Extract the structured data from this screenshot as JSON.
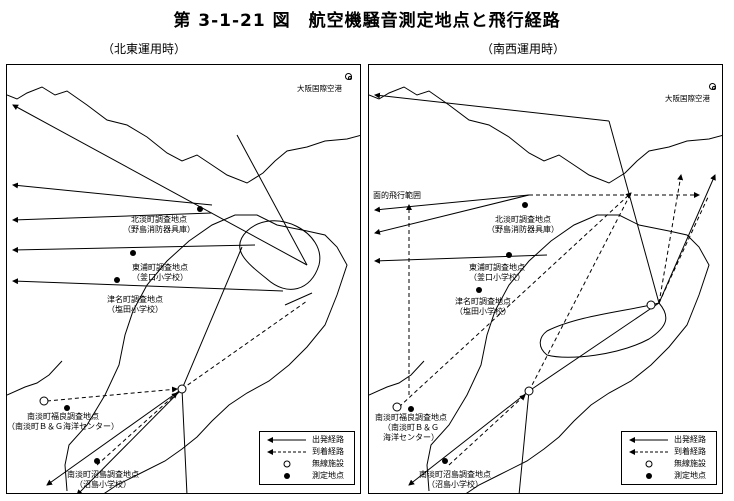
{
  "title": "第 3-1-21 図　航空機騒音測定地点と飛行経路",
  "panels": {
    "left": {
      "subtitle": "（北東運用時）",
      "airport": "大阪国際空港",
      "labels": {
        "kitaawaji": "北淡町調査地点\n（野島消防器具庫）",
        "higashiura": "東浦町調査地点\n（釜口小学校）",
        "tsuna": "津名町調査地点\n（塩田小学校）",
        "minamiawaji_fukura": "南淡町福良調査地点\n（南淡町Ｂ＆Ｇ海洋センター）",
        "minamiawaji_nushima": "南淡町沼島調査地点\n（沼島小学校）"
      }
    },
    "right": {
      "subtitle": "（南西運用時）",
      "airport": "大阪国際空港",
      "extra_label": "面的飛行範囲",
      "labels": {
        "kitaawaji": "北淡町調査地点\n（野島消防器具庫）",
        "higashiura": "東浦町調査地点\n（釜口小学校）",
        "tsuna": "津名町調査地点\n（塩田小学校）",
        "minamiawaji_fukura": "南淡町福良調査地点\n（南淡町Ｂ＆Ｇ\n海洋センター）",
        "minamiawaji_nushima": "南淡町沼島調査地点\n（沼島小学校）"
      }
    }
  },
  "legend": {
    "departure": "出発経路",
    "arrival": "到着経路",
    "no_data": "無線施設",
    "measurement": "測定地点"
  }
}
